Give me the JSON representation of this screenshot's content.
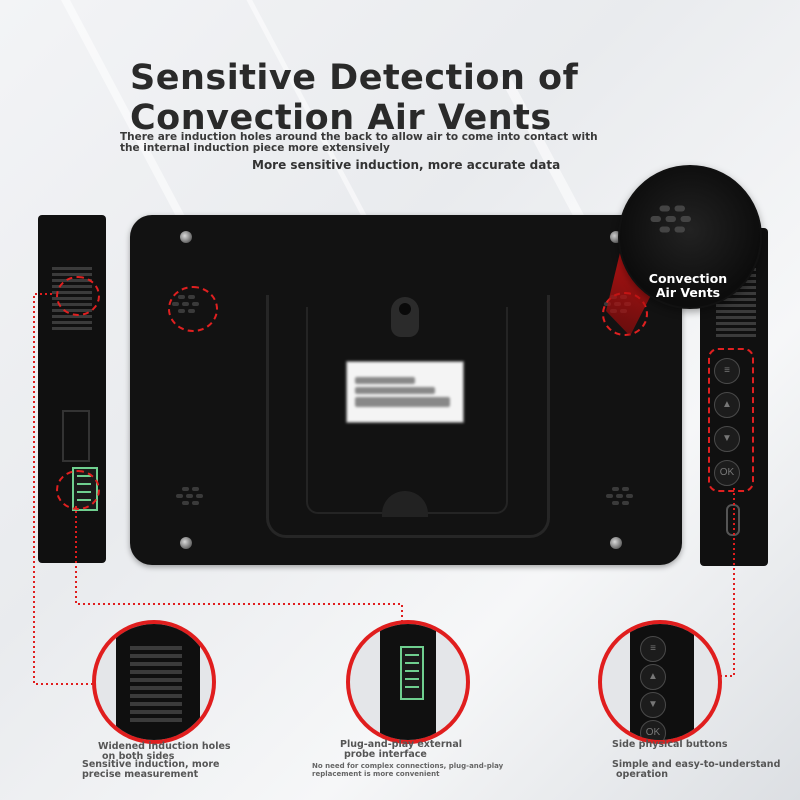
{
  "title": "Sensitive Detection of Convection Air Vents",
  "subtitle": "There are induction holes around the back to allow air to come into contact with the internal induction piece more extensively",
  "tagline": "More sensitive induction, more accurate data",
  "zoom_label": "Convection Air Vents",
  "captions": {
    "left_line1": "Widened induction holes",
    "left_line2": "on both sides",
    "left_line3": "Sensitive induction, more",
    "left_line4": "precise measurement",
    "mid_line1": "Plug-and-play external",
    "mid_line2": "probe interface",
    "mid_note1": "No need for complex connections, plug-and-play",
    "mid_note2": "replacement is more convenient",
    "right_line1": "Side physical buttons",
    "right_line2": "Simple and easy-to-understand",
    "right_line3": "operation"
  },
  "icons": [
    "screw-icon",
    "keyhole-icon",
    "menu-button-icon",
    "up-arrow-icon",
    "down-arrow-icon",
    "ok-button-icon",
    "usb-c-port-icon",
    "vent-icon"
  ],
  "colors": {
    "accent": "#e01e1e",
    "device": "#121212",
    "terminal": "#6fcf8f"
  }
}
